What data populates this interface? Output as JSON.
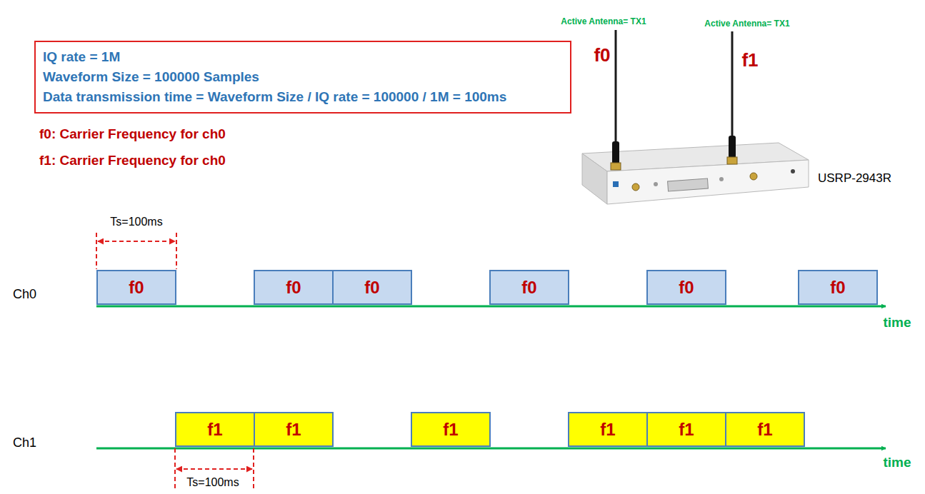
{
  "diagram": {
    "nodes": [
      {
        "text": [
          "IQ rate = 1M",
          "Waveform Size = 100000 Samples",
          "Data transmission time = Waveform Size / IQ rate = 100000 / 1M = 100ms"
        ]
      },
      {
        "text": [
          "f0"
        ]
      },
      {
        "text": [
          "f0"
        ]
      },
      {
        "text": [
          "f0"
        ]
      },
      {
        "text": [
          "f0"
        ]
      },
      {
        "text": [
          "f0"
        ]
      },
      {
        "text": [
          "f0"
        ]
      },
      {
        "text": [
          "f1"
        ]
      },
      {
        "text": [
          "f1"
        ]
      },
      {
        "text": [
          "f1"
        ]
      },
      {
        "text": [
          "f1"
        ]
      },
      {
        "text": [
          "f1"
        ]
      },
      {
        "text": [
          "f1"
        ]
      }
    ],
    "labels": [
      "f0: Carrier Frequency for ch0",
      "f1: Carrier Frequency for ch0",
      "Active Antenna= TX1",
      "f0",
      "Active Antenna= TX1",
      "f1",
      "USRP-2943R",
      "Ts=100ms",
      "Ch0",
      "time",
      "Ch1",
      "Ts=100ms",
      "time"
    ]
  }
}
